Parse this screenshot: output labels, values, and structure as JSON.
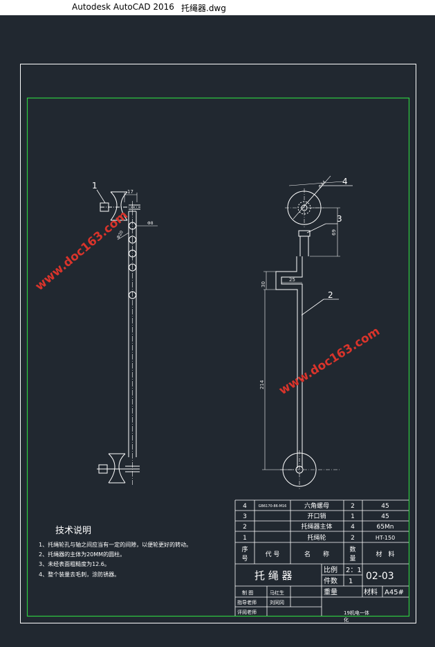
{
  "window": {
    "app": "Autodesk AutoCAD 2016",
    "file": "托绳器.dwg"
  },
  "colors": {
    "background": "#212830",
    "frame": "#ffffff",
    "inner_frame": "#2ecc40",
    "watermark": "#d9342b",
    "dims": "#e8e8e8"
  },
  "watermark": "www.doc163.com",
  "balloons": [
    "1",
    "4",
    "3",
    "2"
  ],
  "dims": {
    "d17": "17",
    "d8": "Φ8",
    "d20": "Φ20",
    "d30": "30",
    "d25": "25",
    "d69": "69",
    "d214": "214",
    "d44": "Φ44"
  },
  "notes": {
    "title": "技术说明",
    "lines": [
      "1、托绳轮孔与轴之间应当有一定的间隙，以便轮更好的转动。",
      "2、托绳器的主体为20MM的圆柱。",
      "3、未经表面粗糙度为12.6。",
      "4、整个装量去毛刺，涂防锈器。"
    ]
  },
  "bom": {
    "rows": [
      {
        "no": "4",
        "code": "GB6170-86-M16",
        "name": "六角螺母",
        "qty": "2",
        "material": "45"
      },
      {
        "no": "3",
        "code": "",
        "name": "开口销",
        "qty": "1",
        "material": "45"
      },
      {
        "no": "2",
        "code": "",
        "name": "托绳器主体",
        "qty": "4",
        "material": "65Mn"
      },
      {
        "no": "1",
        "code": "",
        "name": "托绳轮",
        "qty": "2",
        "material": "HT-150"
      }
    ],
    "header": {
      "no_top": "序",
      "no_bottom": "号",
      "code": "代 号",
      "name": "名　　称",
      "qty_top": "数",
      "qty_bottom": "量",
      "material": "材　料"
    }
  },
  "title_block": {
    "drawing_name": "托 绳 器",
    "scale_label": "比例",
    "scale_value": "2：1",
    "count_label": "件数",
    "count_value": "1",
    "weight_label": "重量",
    "material_label": "材料",
    "material_value": "A45#",
    "drawing_no": "02-03",
    "drawn_label": "制 图",
    "drawn_name": "马红生",
    "advisor_label": "指导老师",
    "advisor_name": "刘同冈",
    "reviewer_label": "评阅老师",
    "class_line1": "19机电一体",
    "class_line2": "化"
  }
}
